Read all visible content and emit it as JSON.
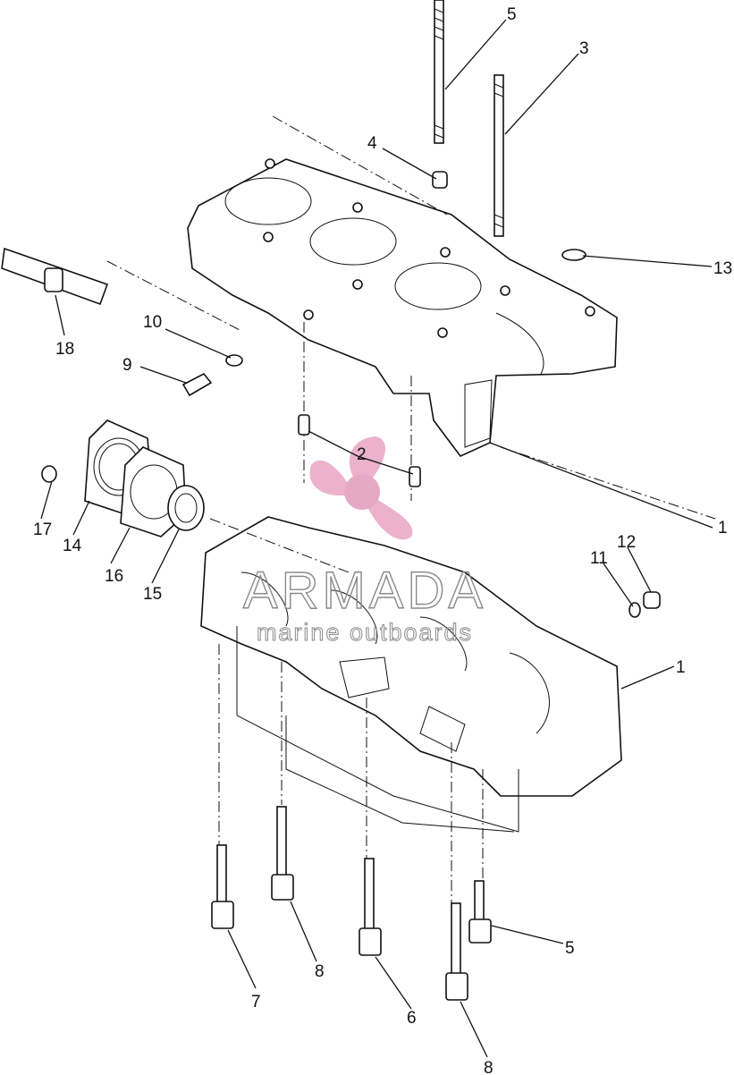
{
  "diagram": {
    "callouts": [
      "5",
      "3",
      "4",
      "13",
      "18",
      "10",
      "9",
      "2",
      "1",
      "17",
      "14",
      "16",
      "15",
      "11",
      "12",
      "1",
      "7",
      "8",
      "6",
      "5",
      "8"
    ]
  },
  "watermark": {
    "title": "ARMADA",
    "subtitle": "marine outboards",
    "logo_color": "#e9a9c8"
  }
}
